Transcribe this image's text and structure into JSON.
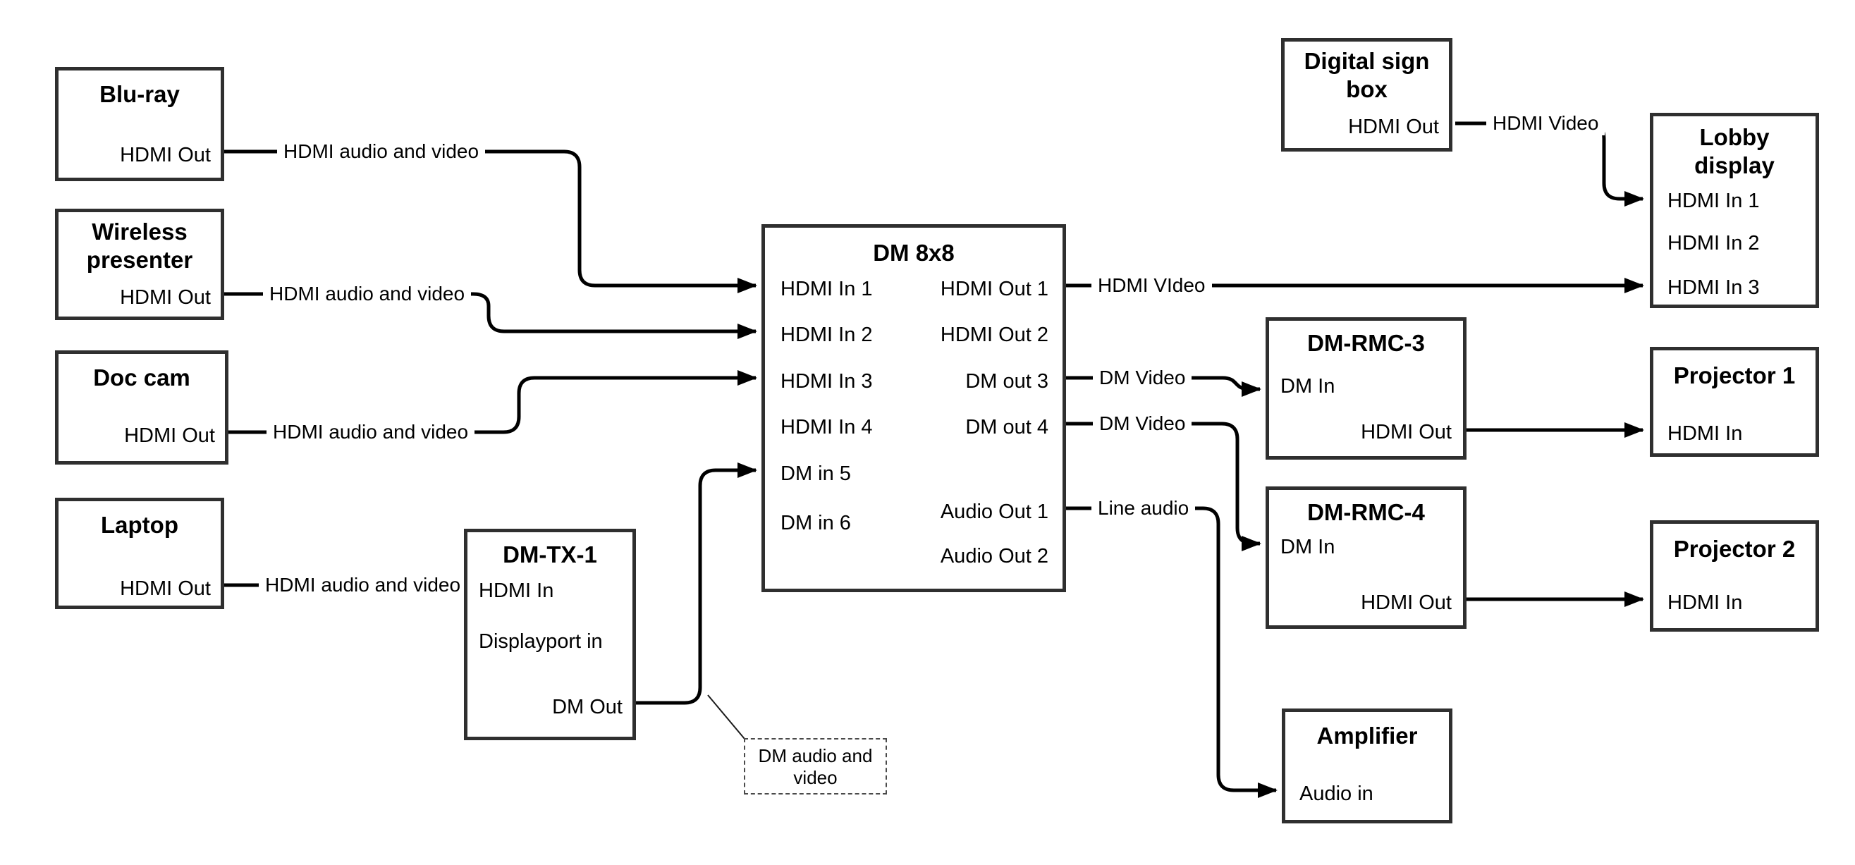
{
  "boxes": {
    "bluray": {
      "title": "Blu-ray",
      "port_hdmi_out": "HDMI Out"
    },
    "wireless": {
      "title": "Wireless presenter",
      "port_hdmi_out": "HDMI Out"
    },
    "doccam": {
      "title": "Doc cam",
      "port_hdmi_out": "HDMI Out"
    },
    "laptop": {
      "title": "Laptop",
      "port_hdmi_out": "HDMI Out"
    },
    "dmtx1": {
      "title": "DM-TX-1",
      "port_hdmi_in": "HDMI In",
      "port_displayport_in": "Displayport in",
      "port_dm_out": "DM Out"
    },
    "dm8x8": {
      "title": "DM 8x8",
      "inputs": [
        "HDMI In 1",
        "HDMI In 2",
        "HDMI In 3",
        "HDMI In 4",
        "DM in 5",
        "DM in 6"
      ],
      "outputs": [
        "HDMI Out 1",
        "HDMI Out 2",
        "DM out 3",
        "DM out 4",
        "Audio Out 1",
        "Audio Out 2"
      ]
    },
    "signbox": {
      "title": "Digital sign box",
      "port_hdmi_out": "HDMI Out"
    },
    "lobby": {
      "title": "Lobby display",
      "inputs": [
        "HDMI In 1",
        "HDMI In 2",
        "HDMI In 3"
      ]
    },
    "rmc3": {
      "title": "DM-RMC-3",
      "port_dm_in": "DM In",
      "port_hdmi_out": "HDMI Out"
    },
    "proj1": {
      "title": "Projector 1",
      "port_hdmi_in": "HDMI In"
    },
    "rmc4": {
      "title": "DM-RMC-4",
      "port_dm_in": "DM In",
      "port_hdmi_out": "HDMI Out"
    },
    "proj2": {
      "title": "Projector 2",
      "port_hdmi_in": "HDMI In"
    },
    "amp": {
      "title": "Amplifier",
      "port_audio_in": "Audio in"
    }
  },
  "wire_labels": {
    "bluray_av": "HDMI audio and video",
    "wireless_av": "HDMI audio and video",
    "doccam_av": "HDMI audio and video",
    "laptop_av": "HDMI audio and video",
    "hdmi_out1": "HDMI VIdeo",
    "dm_out3": "DM Video",
    "dm_out4": "DM Video",
    "audio_out1": "Line audio",
    "signbox_video": "HDMI Video"
  },
  "callout": {
    "text": "DM audio and video"
  },
  "colors": {
    "wire": "#000000",
    "box_border": "#2f2f2f",
    "text": "#000000",
    "background": "#ffffff"
  }
}
